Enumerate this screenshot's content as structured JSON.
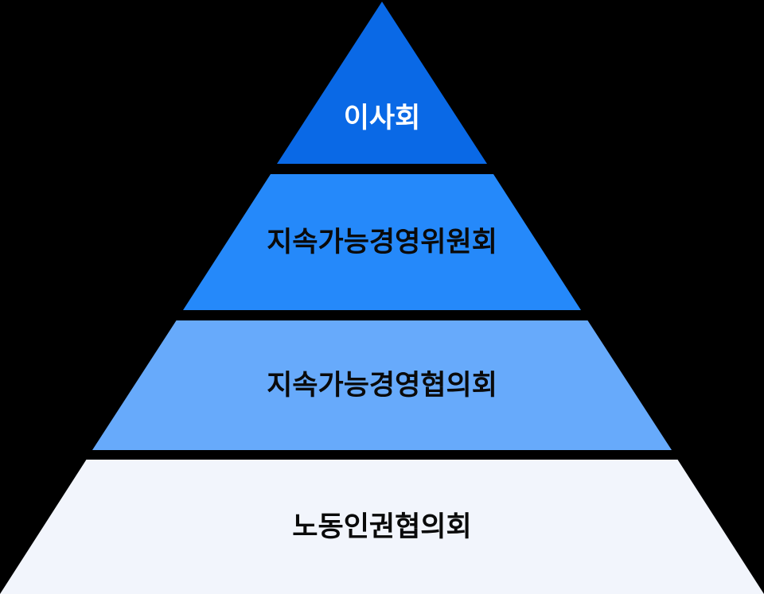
{
  "diagram": {
    "type": "pyramid",
    "background_color": "#000000",
    "levels": [
      {
        "rank": 1,
        "label": "이사회",
        "color": "#0a69e6",
        "text_color": "#ffffff"
      },
      {
        "rank": 2,
        "label": "지속가능경영위원회",
        "color": "#2589fa",
        "text_color": "#0a0a0a"
      },
      {
        "rank": 3,
        "label": "지속가능경영협의회",
        "color": "#67aafb",
        "text_color": "#0a0a0a"
      },
      {
        "rank": 4,
        "label": "노동인권협의회",
        "color": "#f2f5fc",
        "text_color": "#0a0a0a"
      }
    ]
  }
}
